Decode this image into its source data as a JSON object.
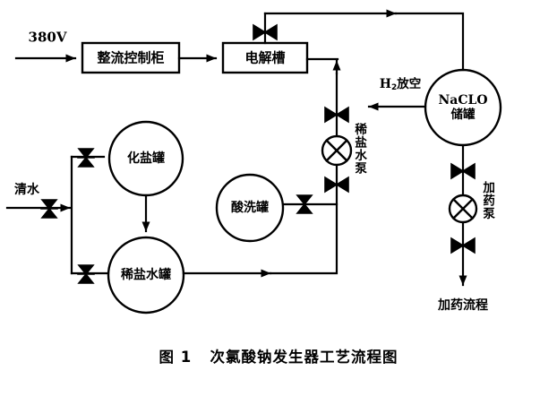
{
  "figure": {
    "caption_number": "图 1",
    "caption_title": "次氯酸钠发生器工艺流程图",
    "caption_full": "图 1   次氯酸钠发生器工艺流程图",
    "line_color": "#000000",
    "background_color": "#ffffff"
  },
  "nodes": {
    "power_inlet": {
      "label": "380V",
      "type": "inlet-text"
    },
    "rectifier_cabinet": {
      "label": "整流控制柜",
      "type": "box"
    },
    "electrolysis_cell": {
      "label": "电解槽",
      "type": "box"
    },
    "naclo_tank": {
      "label_line1": "NaCLO",
      "label_line2": "储罐",
      "type": "circle-tank"
    },
    "salt_dissolving_tank": {
      "label": "化盐罐",
      "type": "circle-tank"
    },
    "dilute_brine_tank": {
      "label": "稀盐水罐",
      "type": "circle-tank"
    },
    "acid_wash_tank": {
      "label": "酸洗罐",
      "type": "circle-tank"
    },
    "clean_water_inlet": {
      "label": "清水",
      "type": "inlet-text"
    },
    "dilute_brine_pump": {
      "label": "稀盐水泵",
      "type": "pump-circle-x"
    },
    "dosing_pump": {
      "label": "加药泵",
      "type": "pump-circle-x"
    },
    "h2_vent": {
      "label_prefix": "H",
      "label_sub": "2",
      "label_suffix": "放空",
      "type": "outlet-text"
    },
    "dosing_process_outlet": {
      "label": "加药流程",
      "type": "outlet-text"
    }
  },
  "valves": [
    {
      "name": "valve-electrolysis-cell-top",
      "orientation": "horizontal"
    },
    {
      "name": "valve-brine-pump-inlet",
      "orientation": "horizontal"
    },
    {
      "name": "valve-brine-pump-outlet",
      "orientation": "horizontal"
    },
    {
      "name": "valve-acid-wash-outlet",
      "orientation": "vertical"
    },
    {
      "name": "valve-clean-water-inlet",
      "orientation": "vertical"
    },
    {
      "name": "valve-salt-dissolving-tank-inlet",
      "orientation": "vertical"
    },
    {
      "name": "valve-dilute-brine-tank-inlet",
      "orientation": "vertical"
    },
    {
      "name": "valve-dosing-pump-inlet",
      "orientation": "horizontal"
    },
    {
      "name": "valve-dosing-pump-outlet",
      "orientation": "horizontal"
    }
  ],
  "flows": [
    {
      "name": "flow-380v-to-rectifier",
      "from": "380V",
      "to": "整流控制柜"
    },
    {
      "name": "flow-rectifier-to-cell",
      "from": "整流控制柜",
      "to": "电解槽"
    },
    {
      "name": "flow-cell-to-naclo-tank",
      "from": "电解槽",
      "to": "NaCLO 储罐"
    },
    {
      "name": "flow-naclo-h2-vent",
      "from": "NaCLO 储罐",
      "to": "H2放空"
    },
    {
      "name": "flow-naclo-to-dosing",
      "from": "NaCLO 储罐",
      "to": "加药流程"
    },
    {
      "name": "flow-clean-water-in",
      "from": "清水",
      "to": "化盐罐 / 稀盐水罐"
    },
    {
      "name": "flow-salt-tank-to-brine-tank",
      "from": "化盐罐",
      "to": "稀盐水罐"
    },
    {
      "name": "flow-brine-tank-to-pump",
      "from": "稀盐水罐",
      "to": "稀盐水泵"
    },
    {
      "name": "flow-pump-to-cell",
      "from": "稀盐水泵",
      "to": "电解槽"
    },
    {
      "name": "flow-acid-wash-to-riser",
      "from": "酸洗罐",
      "to": "稀盐水泵管路"
    }
  ]
}
